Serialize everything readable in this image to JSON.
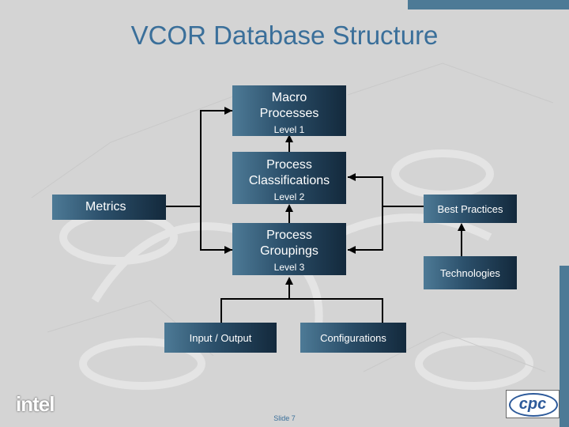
{
  "title": "VCOR Database Structure",
  "boxes": {
    "macro": {
      "line1": "Macro",
      "line2": "Processes",
      "level": "Level 1"
    },
    "classifications": {
      "line1": "Process",
      "line2": "Classifications",
      "level": "Level 2"
    },
    "groupings": {
      "line1": "Process",
      "line2": "Groupings",
      "level": "Level 3"
    },
    "metrics": "Metrics",
    "best_practices": "Best Practices",
    "technologies": "Technologies",
    "input_output": "Input / Output",
    "configurations": "Configurations"
  },
  "footer": {
    "slide": "Slide 7",
    "left_logo": "intel",
    "right_logo": "cpc"
  },
  "colors": {
    "title": "#3a6f9a",
    "accent_bar": "#4d7a96",
    "box_dark": "#13293c",
    "background": "#d4d4d4"
  }
}
